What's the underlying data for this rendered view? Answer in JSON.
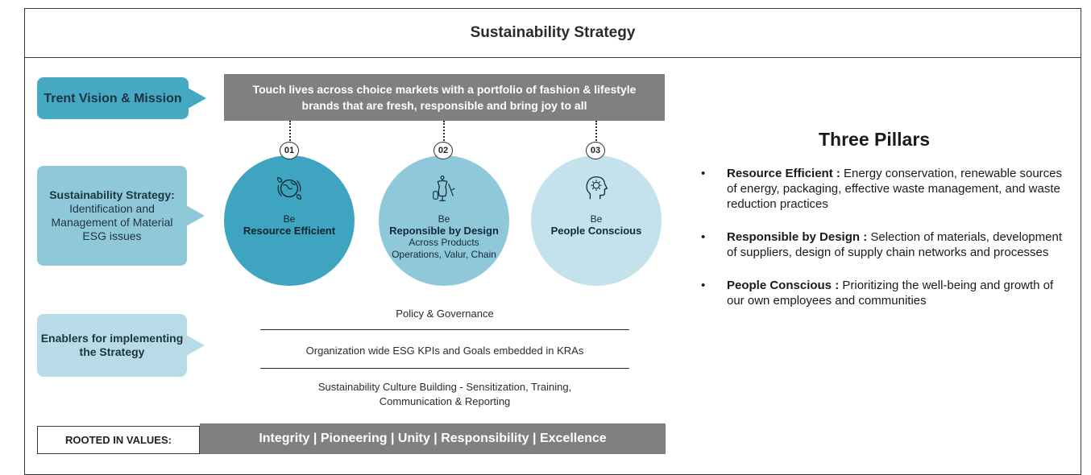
{
  "title": "Sustainability Strategy",
  "tags": {
    "vision": "Trent Vision & Mission",
    "strategy_bold": "Sustainability Strategy:",
    "strategy_text": "Identification and Management of Material ESG issues",
    "enablers": "Enablers for implementing the Strategy"
  },
  "mission": "Touch lives across choice markets with a portfolio of fashion & lifestyle brands that are fresh, responsible and bring joy to all",
  "pillars_circles": [
    {
      "num": "01",
      "be": "Be",
      "main": "Resource Efficient",
      "sub": "",
      "icon": "earth-leaf-icon"
    },
    {
      "num": "02",
      "be": "Be",
      "main": "Reponsible by Design",
      "sub": "Across Products Operations, Valur, Chain",
      "icon": "mannequin-icon"
    },
    {
      "num": "03",
      "be": "Be",
      "main": "People Conscious",
      "sub": "",
      "icon": "head-gear-icon"
    }
  ],
  "enablers": [
    "Policy & Governance",
    "Organization wide ESG KPIs and Goals embedded in KRAs",
    "Sustainability Culture Building - Sensitization, Training, Communication & Reporting"
  ],
  "values": {
    "label": "ROOTED IN VALUES:",
    "list": "Integrity | Pioneering | Unity | Responsibility | Excellence"
  },
  "three_pillars": {
    "title": "Three Pillars",
    "items": [
      {
        "term": "Resource Efficient :",
        "text": " Energy conservation, renewable sources of energy, packaging, effective waste management, and waste reduction practices"
      },
      {
        "term": "Responsible by Design :",
        "text": " Selection of materials, development of suppliers, design of supply chain networks and processes"
      },
      {
        "term": "People Conscious :",
        "text": " Prioritizing the well-being and growth of our own employees and communities"
      }
    ],
    "bullet": "•"
  },
  "colors": {
    "dark_teal": "#3fa4bf",
    "mid_teal": "#8fc9d9",
    "light_teal": "#c3e2ec",
    "grey_bar": "#808080"
  }
}
